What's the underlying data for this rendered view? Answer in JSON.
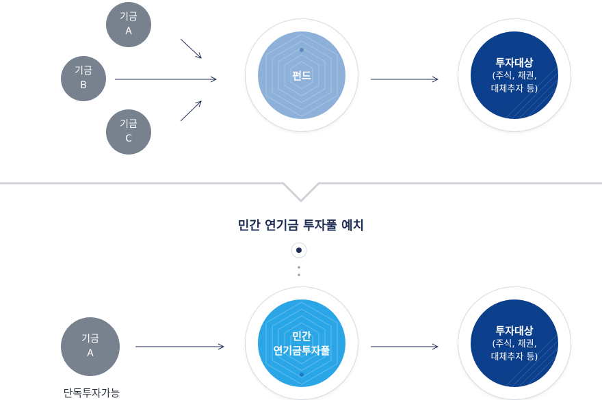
{
  "top": {
    "sources": [
      {
        "line1": "기금",
        "line2": "A"
      },
      {
        "line1": "기금",
        "line2": "B"
      },
      {
        "line1": "기금",
        "line2": "C"
      }
    ],
    "fund_label": "펀드",
    "target": {
      "title": "투자대상",
      "line1": "(주식, 채권,",
      "line2": "대체추자 등)"
    }
  },
  "middle": {
    "label": "민간 연기금 투자풀 예치"
  },
  "bottom": {
    "source": {
      "line1": "기금",
      "line2": "A"
    },
    "source_caption": "단독투자가능",
    "pool": {
      "line1": "민간",
      "line2": "연기금투자풀"
    },
    "target": {
      "title": "투자대상",
      "line1": "(주식, 채권,",
      "line2": "대체추자 등)"
    }
  },
  "colors": {
    "grey_node": "#78828f",
    "fund": "#8db1d9",
    "pool": "#2aa6e6",
    "target": "#0b3f8c",
    "arrow": "#1d2d54",
    "divider": "#cfd3d8"
  }
}
